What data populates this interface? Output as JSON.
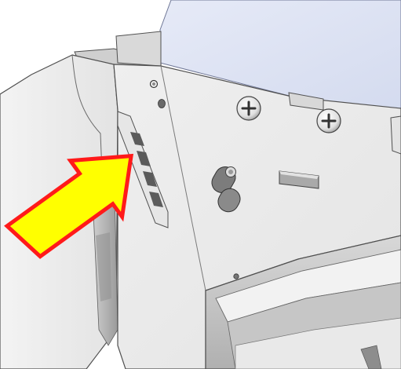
{
  "scene": {
    "subject": "cad-sheet-metal-bracket",
    "callout": {
      "kind": "arrow",
      "fill": "#ffff00",
      "stroke": "#ff1a1a"
    },
    "colors": {
      "background": "#ffffff",
      "metal_light": "#e9e9e9",
      "metal_mid": "#d2d2d2",
      "metal_dark": "#9a9a9a",
      "edge": "#505050",
      "blue_panel": "#dde3f4"
    },
    "fasteners": [
      {
        "name": "screw-head-upper",
        "type": "phillips"
      },
      {
        "name": "screw-head-right",
        "type": "phillips"
      }
    ]
  }
}
